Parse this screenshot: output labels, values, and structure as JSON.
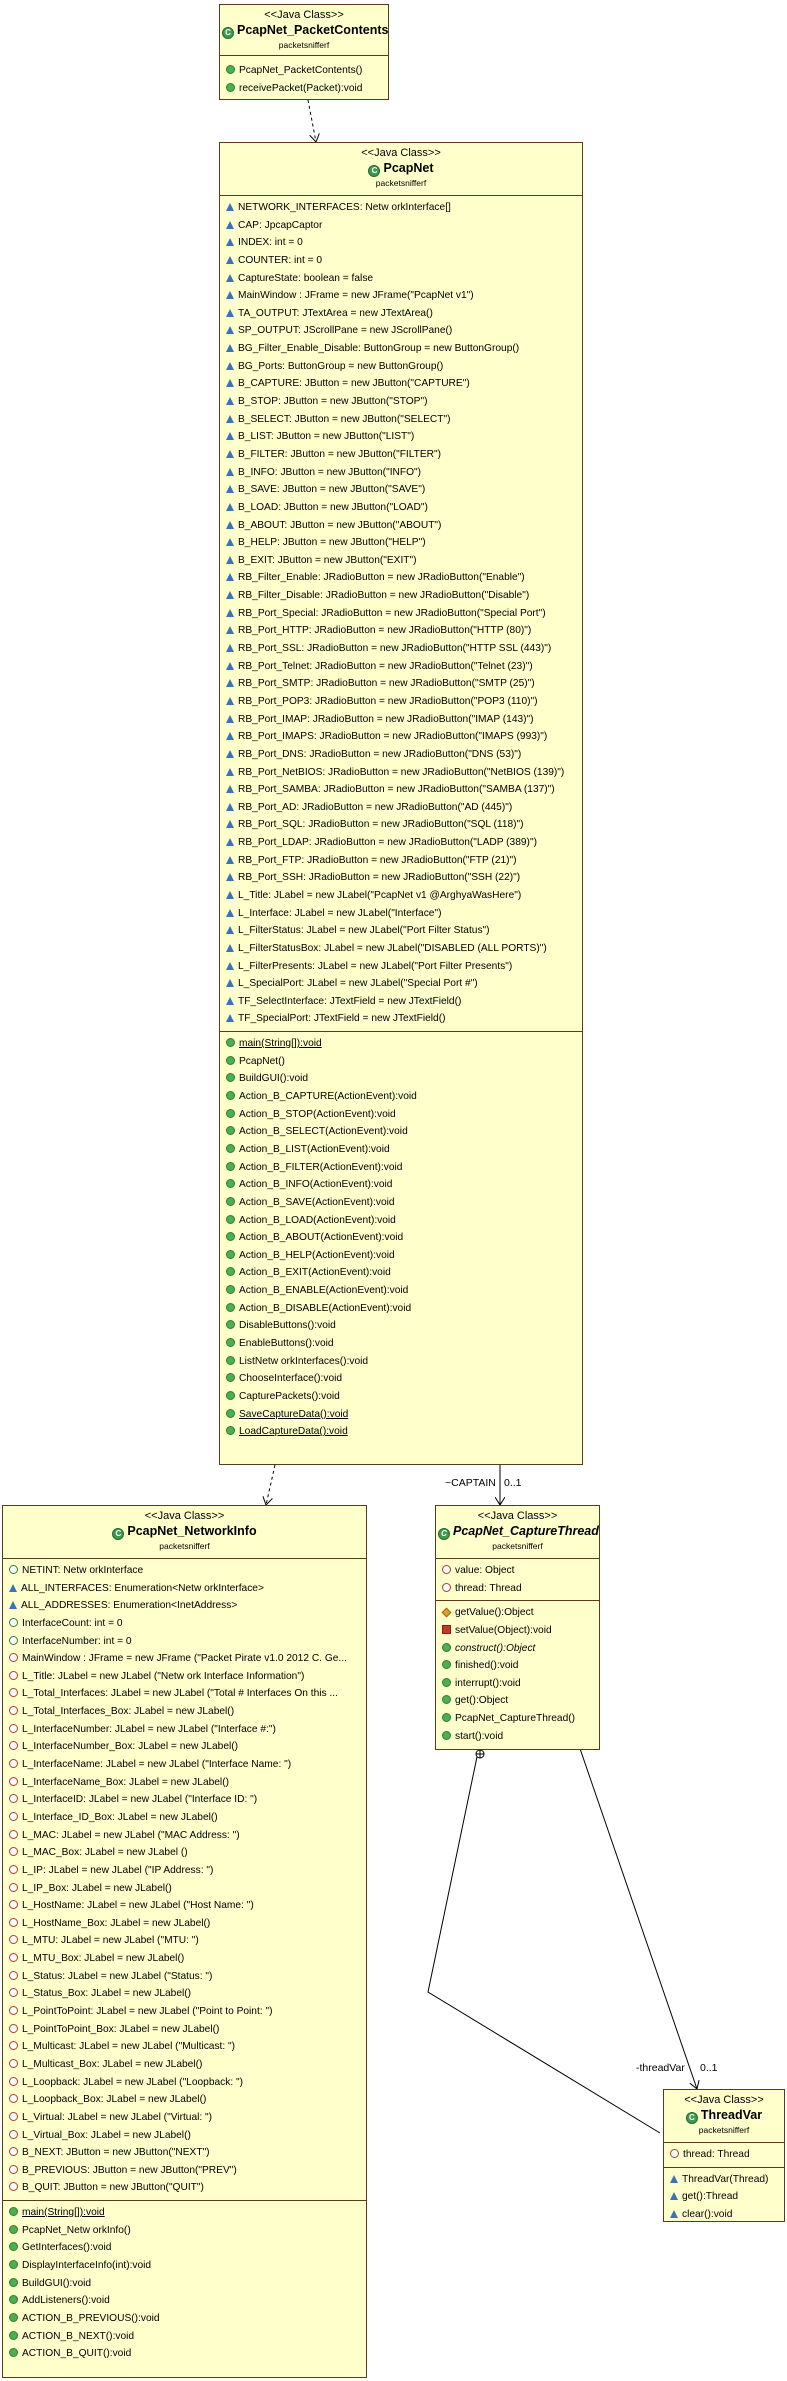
{
  "stereotype": "<<Java Class>>",
  "packet_contents": {
    "name": "PcapNet_PacketContents",
    "package": "packetsnifferf",
    "operations": [
      {
        "icon": "constructor",
        "text": "PcapNet_PacketContents()"
      },
      {
        "icon": "public",
        "text": "receivePacket(Packet):void"
      }
    ]
  },
  "pcapnet": {
    "name": "PcapNet",
    "package": "packetsnifferf",
    "attributes": [
      "NETWORK_INTERFACES: Netw orkInterface[]",
      "CAP: JpcapCaptor",
      "INDEX: int = 0",
      "COUNTER: int = 0",
      "CaptureState: boolean = false",
      "MainWindow : JFrame = new JFrame(\"PcapNet v1\")",
      "TA_OUTPUT: JTextArea = new JTextArea()",
      "SP_OUTPUT: JScrollPane = new JScrollPane()",
      "BG_Filter_Enable_Disable: ButtonGroup = new ButtonGroup()",
      "BG_Ports: ButtonGroup = new ButtonGroup()",
      "B_CAPTURE: JButton = new JButton(\"CAPTURE\")",
      "B_STOP: JButton = new JButton(\"STOP\")",
      "B_SELECT: JButton = new JButton(\"SELECT\")",
      "B_LIST: JButton = new JButton(\"LIST\")",
      "B_FILTER: JButton = new JButton(\"FILTER\")",
      "B_INFO: JButton = new JButton(\"INFO\")",
      "B_SAVE: JButton = new JButton(\"SAVE\")",
      "B_LOAD: JButton = new JButton(\"LOAD\")",
      "B_ABOUT: JButton = new JButton(\"ABOUT\")",
      "B_HELP: JButton = new JButton(\"HELP\")",
      "B_EXIT: JButton = new JButton(\"EXIT\")",
      "RB_Filter_Enable: JRadioButton = new JRadioButton(\"Enable\")",
      "RB_Filter_Disable: JRadioButton = new JRadioButton(\"Disable\")",
      "RB_Port_Special: JRadioButton = new JRadioButton(\"Special Port\")",
      "RB_Port_HTTP: JRadioButton = new JRadioButton(\"HTTP (80)\")",
      "RB_Port_SSL: JRadioButton = new JRadioButton(\"HTTP SSL (443)\")",
      "RB_Port_Telnet: JRadioButton = new JRadioButton(\"Telnet (23)\")",
      "RB_Port_SMTP: JRadioButton = new JRadioButton(\"SMTP (25)\")",
      "RB_Port_POP3: JRadioButton = new JRadioButton(\"POP3 (110)\")",
      "RB_Port_IMAP: JRadioButton = new JRadioButton(\"IMAP (143)\")",
      "RB_Port_IMAPS: JRadioButton = new JRadioButton(\"IMAPS (993)\")",
      "RB_Port_DNS: JRadioButton = new JRadioButton(\"DNS (53)\")",
      "RB_Port_NetBIOS: JRadioButton = new JRadioButton(\"NetBIOS (139)\")",
      "RB_Port_SAMBA: JRadioButton = new JRadioButton(\"SAMBA (137)\")",
      "RB_Port_AD: JRadioButton = new JRadioButton(\"AD (445)\")",
      "RB_Port_SQL: JRadioButton = new JRadioButton(\"SQL (118)\")",
      "RB_Port_LDAP: JRadioButton = new JRadioButton(\"LADP (389)\")",
      "RB_Port_FTP: JRadioButton = new JRadioButton(\"FTP (21)\")",
      "RB_Port_SSH: JRadioButton = new JRadioButton(\"SSH (22)\")",
      "L_Title: JLabel = new JLabel(\"PcapNet v1  @ArghyaWasHere\")",
      "L_Interface: JLabel = new JLabel(\"Interface\")",
      "L_FilterStatus: JLabel = new JLabel(\"Port Filter Status\")",
      "L_FilterStatusBox: JLabel = new JLabel(\"DISABLED (ALL PORTS)\")",
      "L_FilterPresents: JLabel = new JLabel(\"Port Filter Presents\")",
      "L_SpecialPort: JLabel = new JLabel(\"Special Port #\")",
      "TF_SelectInterface: JTextField = new JTextField()",
      "TF_SpecialPort: JTextField = new JTextField()"
    ],
    "operations": [
      {
        "icon": "static",
        "text": "main(String[]):void"
      },
      {
        "icon": "constructor",
        "text": "PcapNet()"
      },
      {
        "icon": "public",
        "text": "BuildGUI():void"
      },
      {
        "icon": "public",
        "text": "Action_B_CAPTURE(ActionEvent):void"
      },
      {
        "icon": "public",
        "text": "Action_B_STOP(ActionEvent):void"
      },
      {
        "icon": "public",
        "text": "Action_B_SELECT(ActionEvent):void"
      },
      {
        "icon": "public",
        "text": "Action_B_LIST(ActionEvent):void"
      },
      {
        "icon": "public",
        "text": "Action_B_FILTER(ActionEvent):void"
      },
      {
        "icon": "public",
        "text": "Action_B_INFO(ActionEvent):void"
      },
      {
        "icon": "public",
        "text": "Action_B_SAVE(ActionEvent):void"
      },
      {
        "icon": "public",
        "text": "Action_B_LOAD(ActionEvent):void"
      },
      {
        "icon": "public",
        "text": "Action_B_ABOUT(ActionEvent):void"
      },
      {
        "icon": "public",
        "text": "Action_B_HELP(ActionEvent):void"
      },
      {
        "icon": "public",
        "text": "Action_B_EXIT(ActionEvent):void"
      },
      {
        "icon": "public",
        "text": "Action_B_ENABLE(ActionEvent):void"
      },
      {
        "icon": "public",
        "text": "Action_B_DISABLE(ActionEvent):void"
      },
      {
        "icon": "public",
        "text": "DisableButtons():void"
      },
      {
        "icon": "public",
        "text": "EnableButtons():void"
      },
      {
        "icon": "public",
        "text": "ListNetw orkInterfaces():void"
      },
      {
        "icon": "public",
        "text": "ChooseInterface():void"
      },
      {
        "icon": "public",
        "text": "CapturePackets():void"
      },
      {
        "icon": "static",
        "text": "SaveCaptureData():void"
      },
      {
        "icon": "static",
        "text": "LoadCaptureData():void"
      }
    ]
  },
  "network_info": {
    "name": "PcapNet_NetworkInfo",
    "package": "packetsnifferf",
    "attributes": [
      {
        "icon": "public-hollow",
        "text": "NETINT: Netw orkInterface"
      },
      {
        "icon": "package",
        "text": "ALL_INTERFACES: Enumeration<Netw orkInterface>"
      },
      {
        "icon": "package",
        "text": "ALL_ADDRESSES: Enumeration<InetAddress>"
      },
      {
        "icon": "public-hollow",
        "text": "InterfaceCount: int = 0"
      },
      {
        "icon": "public-hollow",
        "text": "InterfaceNumber: int = 0"
      },
      {
        "icon": "private-hollow",
        "text": "MainWindow : JFrame = new JFrame (\"Packet Pirate v1.0 2012 C. Ge..."
      },
      {
        "icon": "private-hollow",
        "text": "L_Title: JLabel = new JLabel (\"Netw ork Interface Information\")"
      },
      {
        "icon": "private-hollow",
        "text": "L_Total_Interfaces: JLabel = new JLabel (\"Total # Interfaces On this ..."
      },
      {
        "icon": "private-hollow",
        "text": "L_Total_Interfaces_Box: JLabel = new JLabel()"
      },
      {
        "icon": "private-hollow",
        "text": "L_InterfaceNumber: JLabel = new JLabel (\"Interface #:\")"
      },
      {
        "icon": "private-hollow",
        "text": "L_InterfaceNumber_Box: JLabel = new JLabel()"
      },
      {
        "icon": "private-hollow",
        "text": "L_InterfaceName: JLabel = new JLabel (\"Interface Name: \")"
      },
      {
        "icon": "private-hollow",
        "text": "L_InterfaceName_Box: JLabel = new JLabel()"
      },
      {
        "icon": "private-hollow",
        "text": "L_InterfaceID: JLabel = new JLabel (\"Interface ID: \")"
      },
      {
        "icon": "private-hollow",
        "text": "L_Interface_ID_Box: JLabel = new JLabel()"
      },
      {
        "icon": "private-hollow",
        "text": "L_MAC: JLabel = new JLabel (\"MAC Address: \")"
      },
      {
        "icon": "private-hollow",
        "text": "L_MAC_Box: JLabel = new JLabel ()"
      },
      {
        "icon": "private-hollow",
        "text": "L_IP: JLabel = new JLabel (\"IP Address: \")"
      },
      {
        "icon": "private-hollow",
        "text": "L_IP_Box: JLabel = new JLabel()"
      },
      {
        "icon": "private-hollow",
        "text": "L_HostName: JLabel = new JLabel (\"Host Name: \")"
      },
      {
        "icon": "private-hollow",
        "text": "L_HostName_Box: JLabel = new JLabel()"
      },
      {
        "icon": "private-hollow",
        "text": "L_MTU: JLabel = new JLabel (\"MTU: \")"
      },
      {
        "icon": "private-hollow",
        "text": "L_MTU_Box: JLabel = new JLabel()"
      },
      {
        "icon": "private-hollow",
        "text": "L_Status: JLabel = new JLabel (\"Status: \")"
      },
      {
        "icon": "private-hollow",
        "text": "L_Status_Box: JLabel = new JLabel()"
      },
      {
        "icon": "private-hollow",
        "text": "L_PointToPoint: JLabel = new JLabel (\"Point to Point: \")"
      },
      {
        "icon": "private-hollow",
        "text": "L_PointToPoint_Box: JLabel = new JLabel()"
      },
      {
        "icon": "private-hollow",
        "text": "L_Multicast: JLabel = new JLabel (\"Multicast: \")"
      },
      {
        "icon": "private-hollow",
        "text": "L_Multicast_Box: JLabel = new JLabel()"
      },
      {
        "icon": "private-hollow",
        "text": "L_Loopback: JLabel = new JLabel (\"Loopback: \")"
      },
      {
        "icon": "private-hollow",
        "text": "L_Loopback_Box: JLabel = new JLabel()"
      },
      {
        "icon": "private-hollow",
        "text": "L_Virtual: JLabel = new JLabel (\"Virtual: \")"
      },
      {
        "icon": "private-hollow",
        "text": "L_Virtual_Box: JLabel = new JLabel()"
      },
      {
        "icon": "private-hollow",
        "text": "B_NEXT: JButton = new JButton(\"NEXT\")"
      },
      {
        "icon": "private-hollow",
        "text": "B_PREVIOUS: JButton = new JButton(\"PREV\")"
      },
      {
        "icon": "private-hollow",
        "text": "B_QUIT: JButton = new JButton(\"QUIT\")"
      }
    ],
    "operations": [
      {
        "icon": "static",
        "text": "main(String[]):void"
      },
      {
        "icon": "constructor",
        "text": "PcapNet_Netw orkInfo()"
      },
      {
        "icon": "public",
        "text": "GetInterfaces():void"
      },
      {
        "icon": "public",
        "text": "DisplayInterfaceInfo(int):void"
      },
      {
        "icon": "public",
        "text": "BuildGUI():void"
      },
      {
        "icon": "public",
        "text": "AddListeners():void"
      },
      {
        "icon": "public",
        "text": "ACTION_B_PREVIOUS():void"
      },
      {
        "icon": "public",
        "text": "ACTION_B_NEXT():void"
      },
      {
        "icon": "public",
        "text": "ACTION_B_QUIT():void"
      }
    ]
  },
  "capture_thread": {
    "name": "PcapNet_CaptureThread",
    "package": "packetsnifferf",
    "attributes": [
      {
        "icon": "private-hollow",
        "text": "value: Object"
      },
      {
        "icon": "private-hollow",
        "text": "thread: Thread"
      }
    ],
    "operations": [
      {
        "icon": "protected",
        "text": "getValue():Object"
      },
      {
        "icon": "private",
        "text": "setValue(Object):void"
      },
      {
        "icon": "abstract",
        "text": "construct():Object"
      },
      {
        "icon": "public",
        "text": "finished():void"
      },
      {
        "icon": "public",
        "text": "interrupt():void"
      },
      {
        "icon": "public",
        "text": "get():Object"
      },
      {
        "icon": "constructor",
        "text": "PcapNet_CaptureThread()"
      },
      {
        "icon": "public",
        "text": "start():void"
      }
    ]
  },
  "thread_var": {
    "name": "ThreadVar",
    "package": "packetsnifferf",
    "attributes": [
      {
        "icon": "private-hollow",
        "text": "thread: Thread"
      }
    ],
    "operations": [
      {
        "icon": "package-ctor",
        "text": "ThreadVar(Thread)"
      },
      {
        "icon": "package",
        "text": "get():Thread"
      },
      {
        "icon": "package",
        "text": "clear():void"
      }
    ]
  },
  "connectors": {
    "captain_label": "~CAPTAIN",
    "captain_mult": "0..1",
    "threadvar_label": "-threadVar",
    "threadvar_mult": "0..1"
  }
}
